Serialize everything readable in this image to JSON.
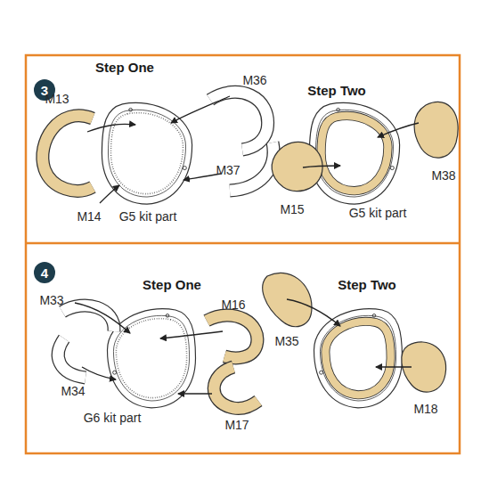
{
  "diagram": {
    "nodes": [
      {
        "text": [
          "3"
        ]
      },
      {
        "text": [
          "4"
        ]
      }
    ],
    "labels": [
      "Step One",
      "M13",
      "M36",
      "M37",
      "M14",
      "G5 kit part",
      "Step Two",
      "M38",
      "M15",
      "G5 kit part",
      "Step One",
      "M33",
      "M16",
      "M34",
      "M17",
      "G6 kit part",
      "Step Two",
      "M35",
      "M18"
    ]
  }
}
